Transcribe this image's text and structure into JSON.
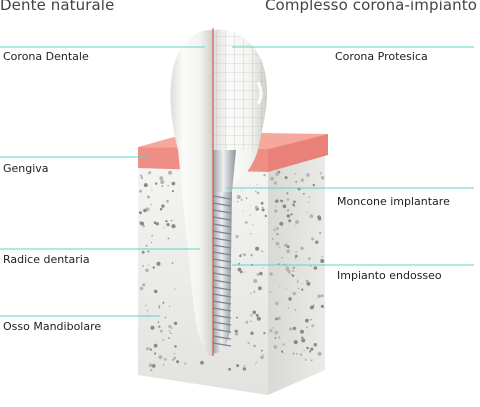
{
  "headers": {
    "left": "Dente naturale",
    "right": "Complesso corona-impianto"
  },
  "labels_left": [
    {
      "key": "corona",
      "text": "Corona Dentale"
    },
    {
      "key": "gengiva",
      "text": "Gengiva"
    },
    {
      "key": "radice",
      "text": "Radice dentaria"
    },
    {
      "key": "osso",
      "text": "Osso Mandibolare"
    }
  ],
  "labels_right": [
    {
      "key": "corona-protesica",
      "text": "Corona Protesica"
    },
    {
      "key": "moncone",
      "text": "Moncone implantare"
    },
    {
      "key": "impianto",
      "text": "Impianto endosseo"
    }
  ],
  "colors": {
    "leader_line": "#5fd3c8",
    "divider": "#e0413c",
    "gum": "#f0948c",
    "bone": "#ececea",
    "tooth": "#f7f7f5",
    "implant": "#c9ccd0"
  }
}
